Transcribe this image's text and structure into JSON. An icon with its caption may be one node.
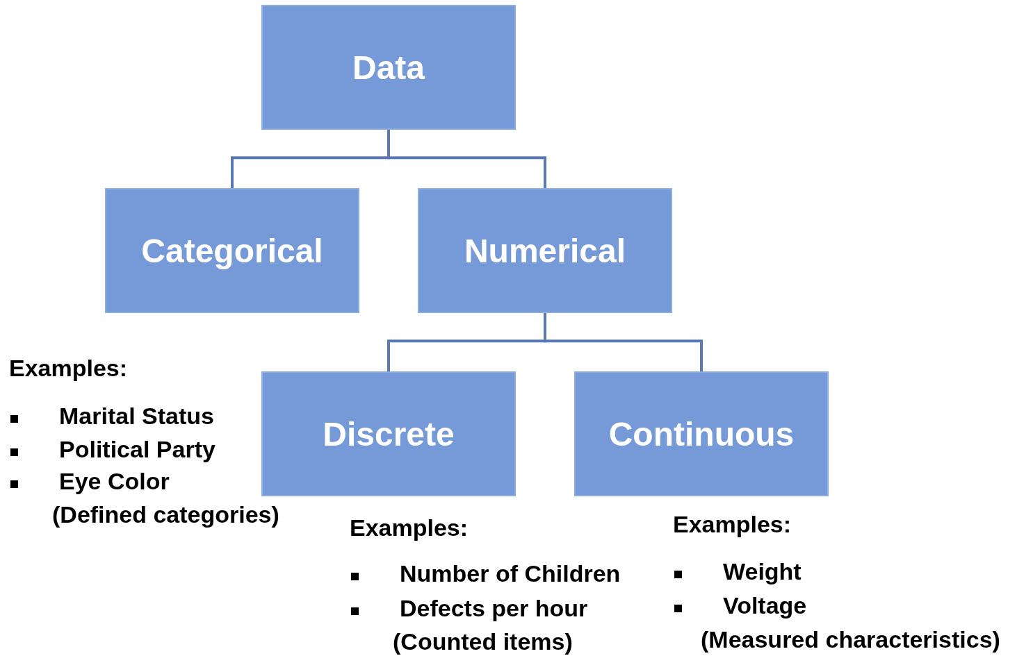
{
  "diagram": {
    "nodes": [
      {
        "text": [
          "Data"
        ]
      },
      {
        "text": [
          "Categorical"
        ]
      },
      {
        "text": [
          "Numerical"
        ]
      },
      {
        "text": [
          "Discrete"
        ]
      },
      {
        "text": [
          "Continuous"
        ]
      }
    ],
    "edges": [
      {
        "from": 0,
        "to": 1,
        "arrow": "none"
      },
      {
        "from": 0,
        "to": 2,
        "arrow": "none"
      },
      {
        "from": 2,
        "to": 3,
        "arrow": "none"
      },
      {
        "from": 2,
        "to": 4,
        "arrow": "none"
      }
    ],
    "labels": [
      "Examples:",
      "Marital Status",
      "Political Party",
      "Eye Color",
      "(Defined categories)",
      "Examples:",
      "Number of Children",
      "Defects per hour",
      "(Counted items)",
      "Examples:",
      "Weight",
      "Voltage",
      "(Measured characteristics)"
    ]
  }
}
